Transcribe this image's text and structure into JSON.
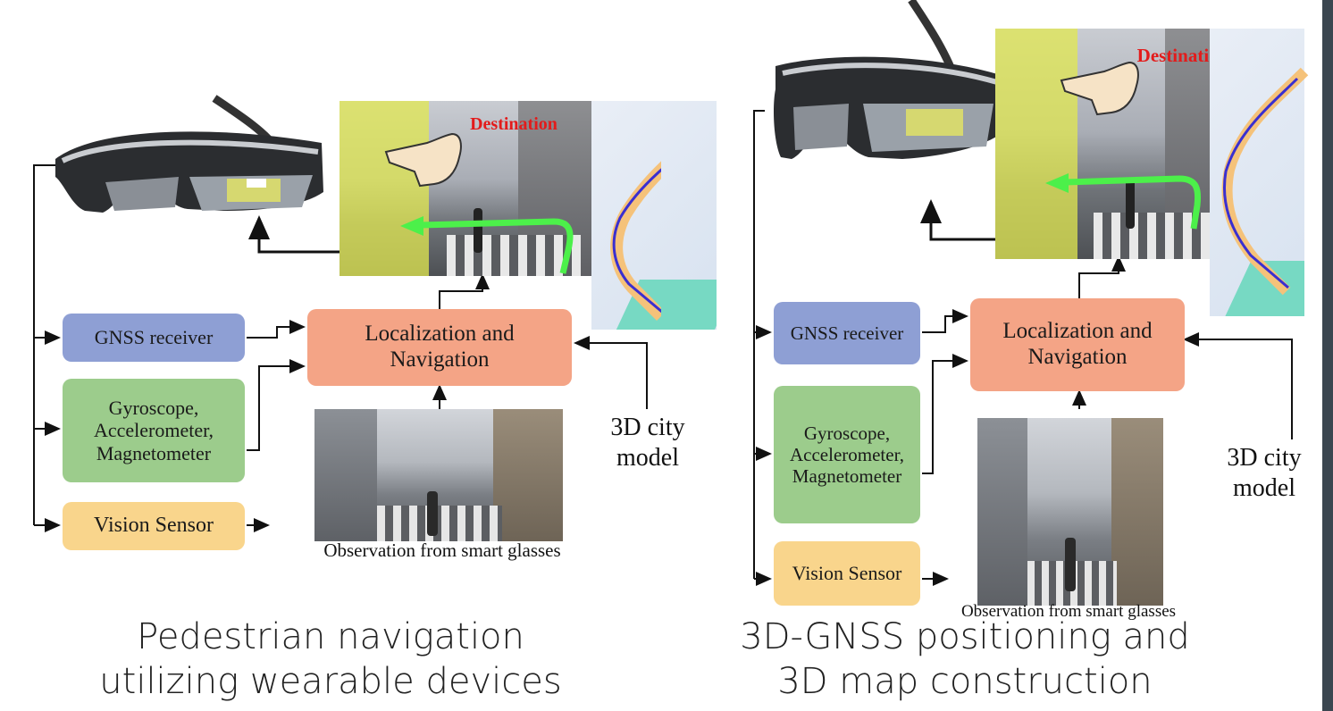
{
  "colors": {
    "gnss": "#8e9fd4",
    "sensors": "#9ccc8c",
    "vision": "#f9d58c",
    "localization": "#f4a486",
    "route": "#3a2fd0",
    "guide_arrow": "#4cf04a",
    "destination_text": "#e31b1b"
  },
  "left": {
    "destination_label": "Destination",
    "gnss_label": "GNSS receiver",
    "sensors_label": "Gyroscope,\nAccelerometer,\nMagnetometer",
    "vision_label": "Vision Sensor",
    "localization_label": "Localization and\nNavigation",
    "city_model_label": "3D city\nmodel",
    "observation_label": "Observation from smart glasses",
    "caption": "Pedestrian navigation\nutilizing wearable devices"
  },
  "right": {
    "destination_label": "Destination",
    "gnss_label": "GNSS receiver",
    "sensors_label": "Gyroscope,\nAccelerometer,\nMagnetometer",
    "vision_label": "Vision Sensor",
    "localization_label": "Localization and\nNavigation",
    "city_model_label": "3D city\nmodel",
    "observation_label": "Observation from smart glasses",
    "caption": "3D-GNSS positioning and\n3D map construction"
  },
  "icons": {
    "glasses": "smart-glasses-icon",
    "pointing_hand": "pointing-hand-icon",
    "route_map": "route-map-icon"
  }
}
